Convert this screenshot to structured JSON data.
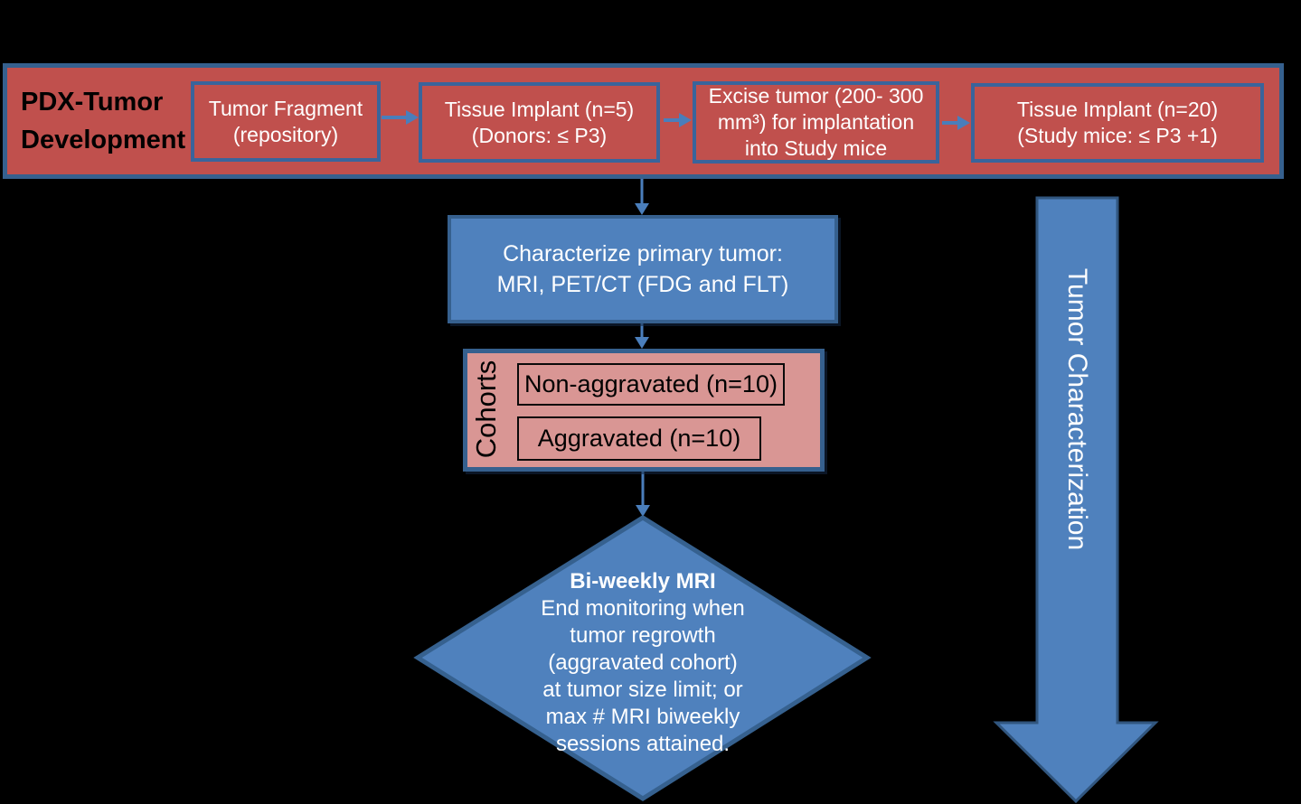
{
  "banner": {
    "label_lines": "PDX-Tumor\nDevelopment",
    "steps": [
      {
        "text": "Tumor Fragment\n(repository)"
      },
      {
        "text": "Tissue Implant (n=5)\n(Donors: ≤ P3)"
      },
      {
        "text": "Excise tumor (200- 300\nmm³) for implantation\ninto Study mice"
      },
      {
        "text": "Tissue Implant (n=20)\n(Study mice: ≤ P3 +1)"
      }
    ]
  },
  "characterize_box": {
    "text": "Characterize primary tumor:\nMRI, PET/CT (FDG and FLT)"
  },
  "cohorts": {
    "label": "Cohorts",
    "items": [
      {
        "label": "Non-aggravated (n=10)"
      },
      {
        "label": "Aggravated (n=10)"
      }
    ]
  },
  "decision": {
    "title": "Bi-weekly MRI",
    "body": "End monitoring when\ntumor regrowth\n(aggravated cohort)\nat tumor size limit; or\nmax # MRI biweekly\nsessions attained."
  },
  "side_arrow": {
    "label": "Tumor Characterization"
  },
  "colors": {
    "background": "#000000",
    "red_fill": "#C0504D",
    "pink_fill": "#D99694",
    "blue_fill": "#4F81BD",
    "border_blue": "#36608E",
    "connector_blue": "#4A7EBB",
    "text_light": "#FFFFFF",
    "text_dark": "#000000"
  }
}
